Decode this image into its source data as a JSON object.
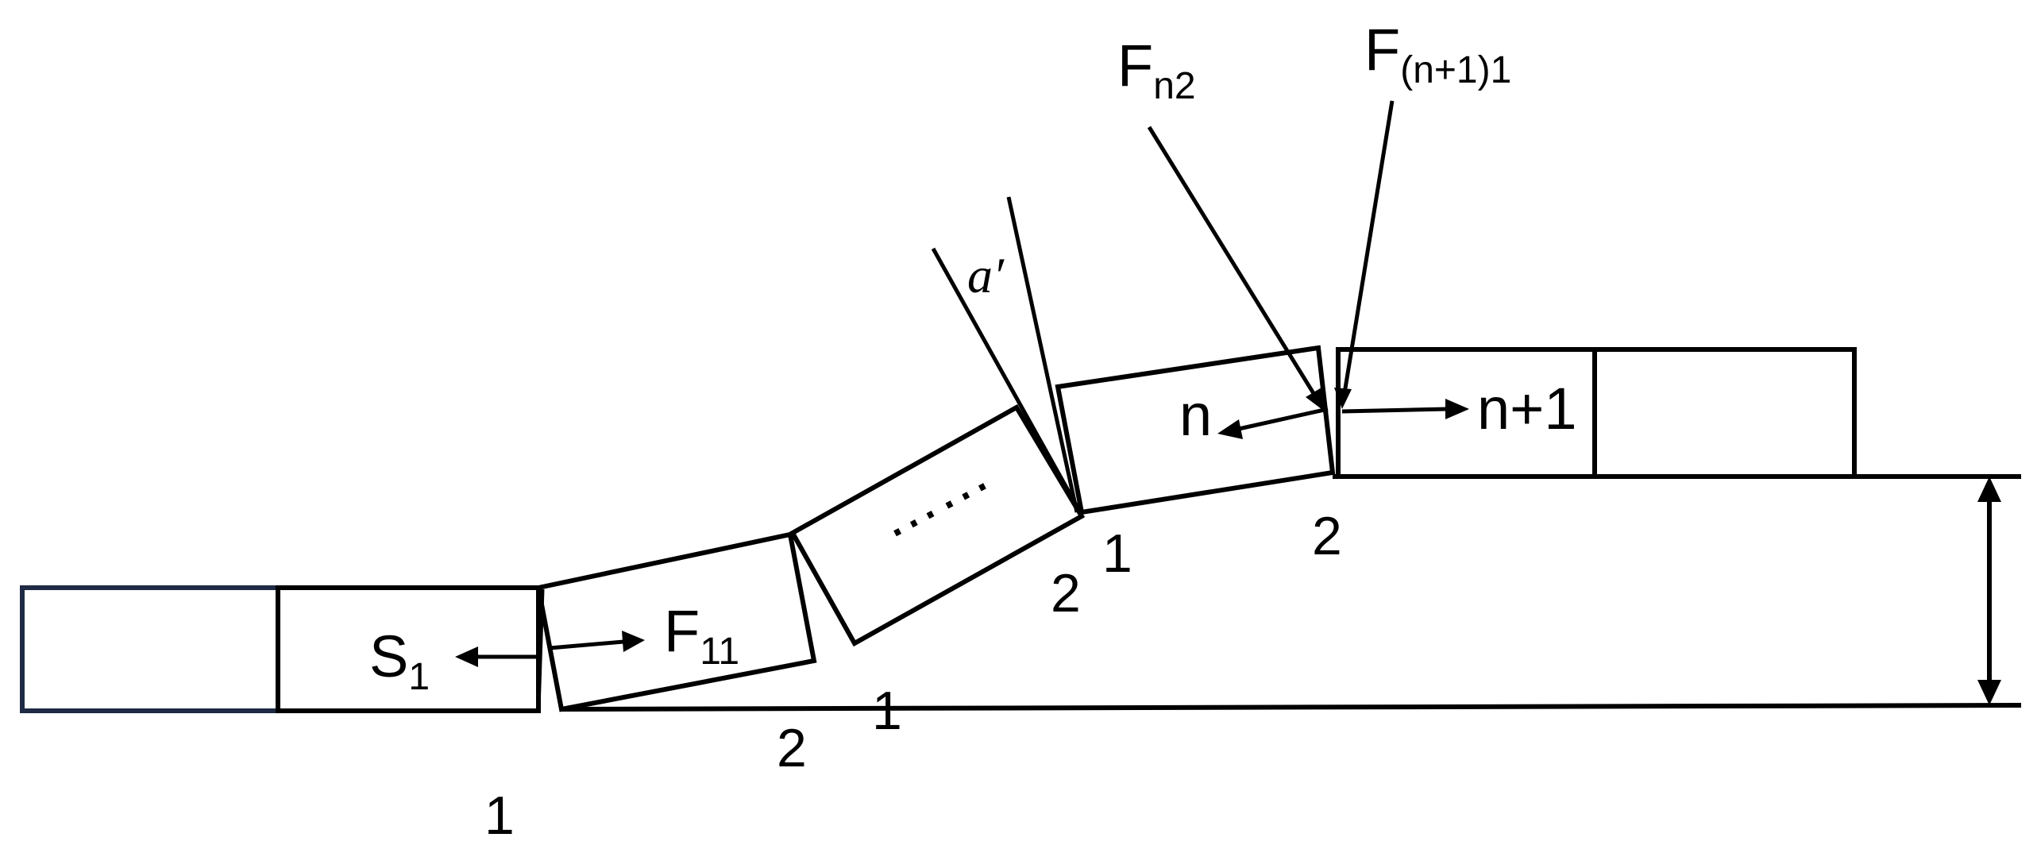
{
  "labels": {
    "s1_main": "S",
    "s1_sub": "1",
    "f11_main": "F",
    "f11_sub": "11",
    "fn2_main": "F",
    "fn2_sub": "n2",
    "fnp1_main": "F",
    "fnp1_sub": "(n+1)1",
    "block_n": "n",
    "block_n_plus_1": "n+1",
    "ellipsis": "……",
    "angle": "a′",
    "vertex_1_ground": "1",
    "vertex_2_block1": "2",
    "vertex_1_block1": "1",
    "vertex_2_mid": "2",
    "vertex_1_mid": "1",
    "vertex_2_n": "2"
  },
  "colors": {
    "stroke": "#000000",
    "first_block_stroke": "#1f2a44",
    "background": "#ffffff"
  }
}
